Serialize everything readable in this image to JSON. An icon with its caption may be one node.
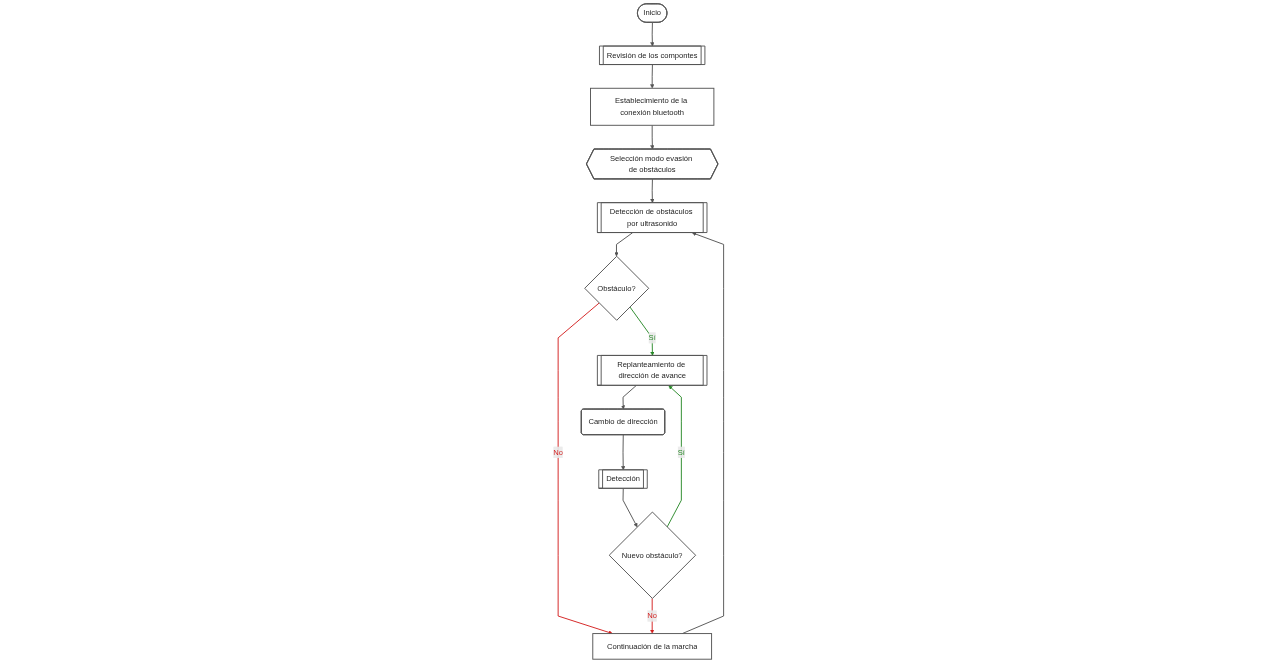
{
  "diagram": {
    "nodes": [
      {
        "text": [
          "Inicio"
        ]
      },
      {
        "text": [
          "Revisión de los compontes"
        ]
      },
      {
        "text": [
          "Establecimiento de la conexión bluetooth"
        ]
      },
      {
        "text": [
          "Selección modo evasión de obstáculos"
        ]
      },
      {
        "text": [
          "Detección de obstáculos por ultrasonido"
        ]
      },
      {
        "text": [
          "Obstáculo?"
        ]
      },
      {
        "text": [
          "Replanteamiento de dirección de avance"
        ]
      },
      {
        "text": [
          "Cambio de dirección"
        ]
      },
      {
        "text": [
          "Detección"
        ]
      },
      {
        "text": [
          "Nuevo obstáculo?"
        ]
      },
      {
        "text": [
          "Continuación de la marcha"
        ]
      }
    ],
    "edges": [
      {
        "from": 0,
        "to": 1,
        "arrow": "to"
      },
      {
        "from": 1,
        "to": 2,
        "arrow": "to"
      },
      {
        "from": 2,
        "to": 3,
        "arrow": "to"
      },
      {
        "from": 3,
        "to": 4,
        "arrow": "to"
      },
      {
        "from": 4,
        "to": 5,
        "arrow": "to"
      },
      {
        "from": 5,
        "to": 6,
        "arrow": "to",
        "label": "Sí",
        "color": "#2a8a2a"
      },
      {
        "from": 5,
        "to": 10,
        "arrow": "to",
        "label": "No",
        "color": "#d42020"
      },
      {
        "from": 6,
        "to": 7,
        "arrow": "to"
      },
      {
        "from": 7,
        "to": 8,
        "arrow": "to"
      },
      {
        "from": 8,
        "to": 9,
        "arrow": "to"
      },
      {
        "from": 9,
        "to": 6,
        "arrow": "to",
        "label": "Sí",
        "color": "#2a8a2a"
      },
      {
        "from": 9,
        "to": 10,
        "arrow": "to",
        "label": "No",
        "color": "#d42020"
      },
      {
        "from": 10,
        "to": 4,
        "arrow": "to"
      }
    ]
  }
}
